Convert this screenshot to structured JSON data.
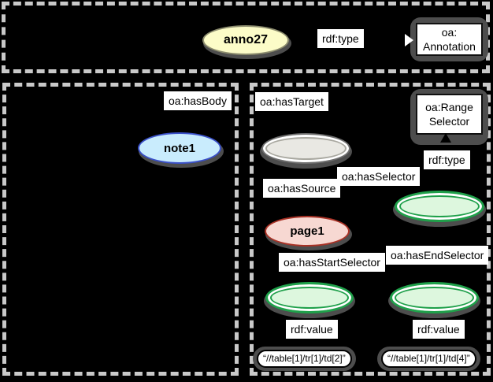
{
  "diagram": {
    "colors": {
      "background": "#000000",
      "dashed_border": "#C9C9C9",
      "shadow": "#4D4D4D",
      "annotation_node_fill": "#FCFCC8",
      "annotation_node_border": "#8C8C6E",
      "body_node_fill": "#C9ECFD",
      "body_node_border": "#3A50C8",
      "source_node_fill": "#F7D8D2",
      "source_node_border": "#A93226",
      "blank_node_gray_fill": "#E9E8E3",
      "blank_node_green_fill": "#DDF7DE",
      "blank_node_green_border": "#1FA04A",
      "label_background": "#FFFFFF",
      "text": "#000000"
    },
    "nodes": {
      "anno27": "anno27",
      "note1": "note1",
      "page1": "page1",
      "annotation_class": {
        "line1": "oa:",
        "line2": "Annotation"
      },
      "range_selector_class": {
        "line1": "oa:Range",
        "line2": "Selector"
      }
    },
    "edge_labels": {
      "rdf_type_top": "rdf:type",
      "has_body": "oa:hasBody",
      "has_target": "oa:hasTarget",
      "has_selector": "oa:hasSelector",
      "has_source": "oa:hasSource",
      "rdf_type_selector": "rdf:type",
      "has_start_selector": "oa:hasStartSelector",
      "has_end_selector": "oa:hasEndSelector",
      "rdf_value_start": "rdf:value",
      "rdf_value_end": "rdf:value"
    },
    "literals": {
      "start_xpath": "“//table[1]/tr[1]/td[2]”",
      "end_xpath": "“//table[1]/tr[1]/td[4]”"
    }
  }
}
